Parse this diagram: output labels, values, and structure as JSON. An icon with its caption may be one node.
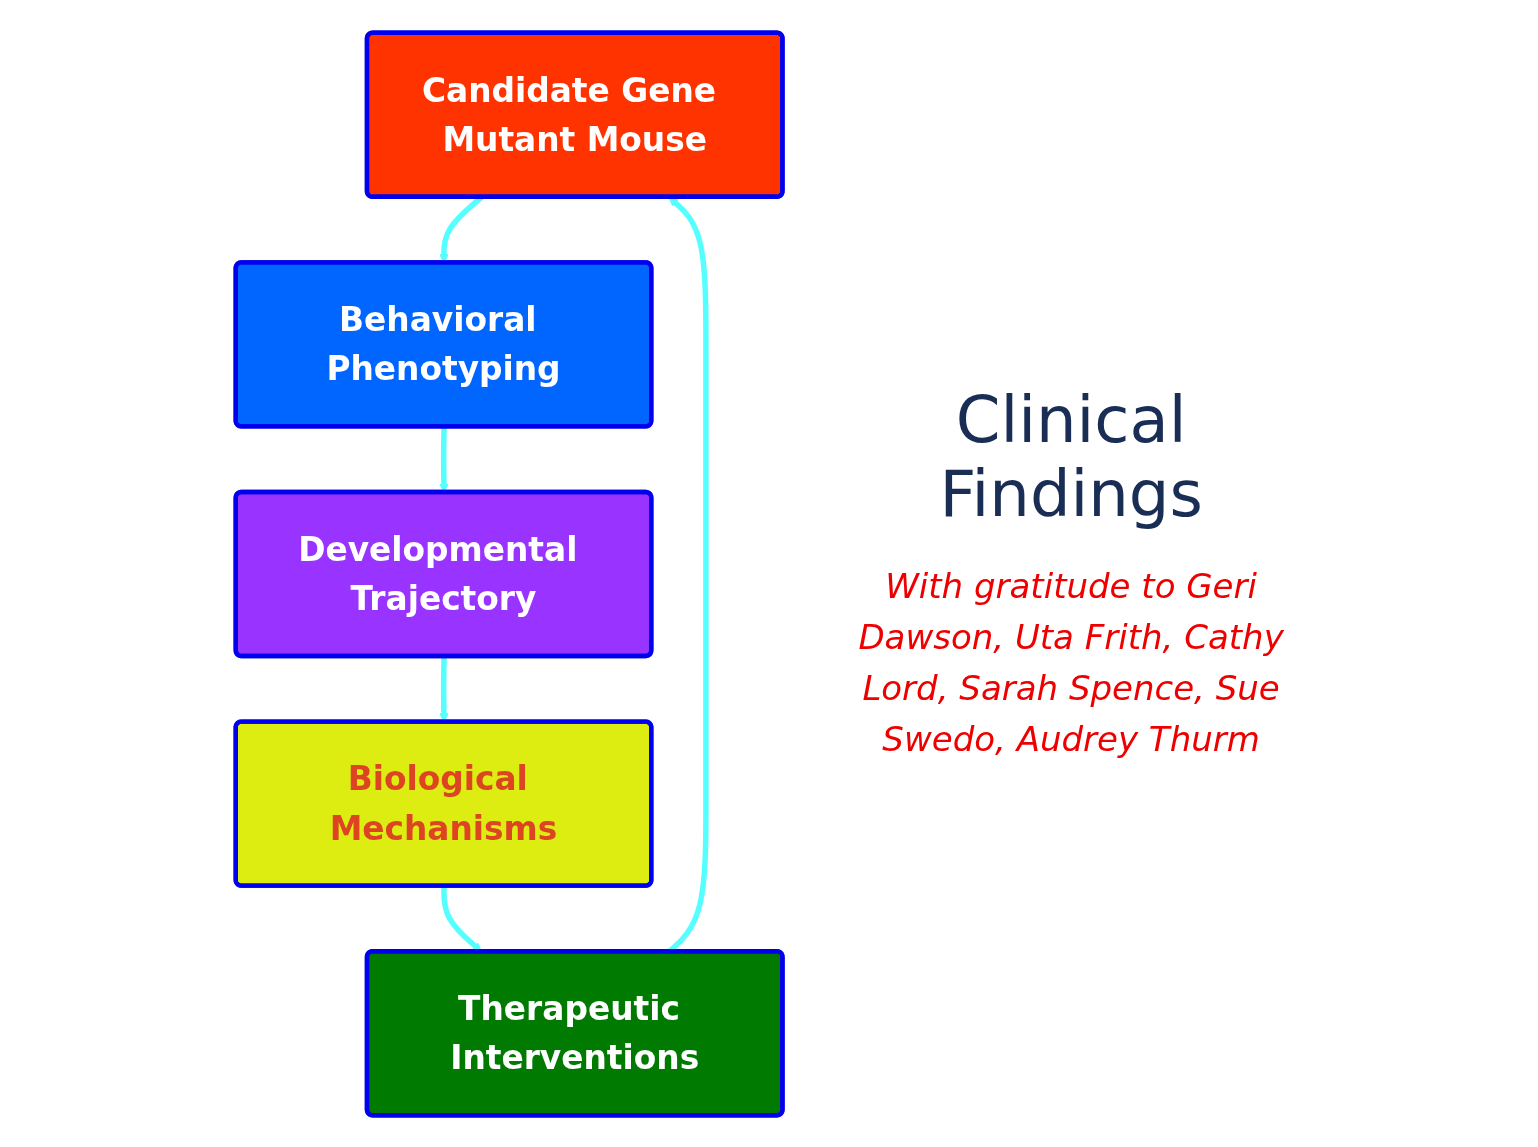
{
  "diagram": {
    "nodes": [
      {
        "text": [
          "Candidate Gene Mutant Mouse"
        ]
      },
      {
        "text": [
          "Behavioral Phenotyping"
        ]
      },
      {
        "text": [
          "Developmental Trajectory"
        ]
      },
      {
        "text": [
          "Biological Mechanisms"
        ]
      },
      {
        "text": [
          "Therapeutic Interventions"
        ]
      }
    ],
    "edges": [
      {
        "from": 0,
        "to": 1,
        "arrow": "to"
      },
      {
        "from": 1,
        "to": 2,
        "arrow": "to"
      },
      {
        "from": 2,
        "to": 3,
        "arrow": "to"
      },
      {
        "from": 3,
        "to": 4,
        "arrow": "to"
      },
      {
        "from": 4,
        "to": 0,
        "arrow": "to"
      }
    ],
    "labels": [
      "Clinical Findings",
      "With gratitude to Geri Dawson, Uta Frith, Cathy Lord, Sarah Spence, Sue Swedo, Audrey Thurm"
    ]
  }
}
